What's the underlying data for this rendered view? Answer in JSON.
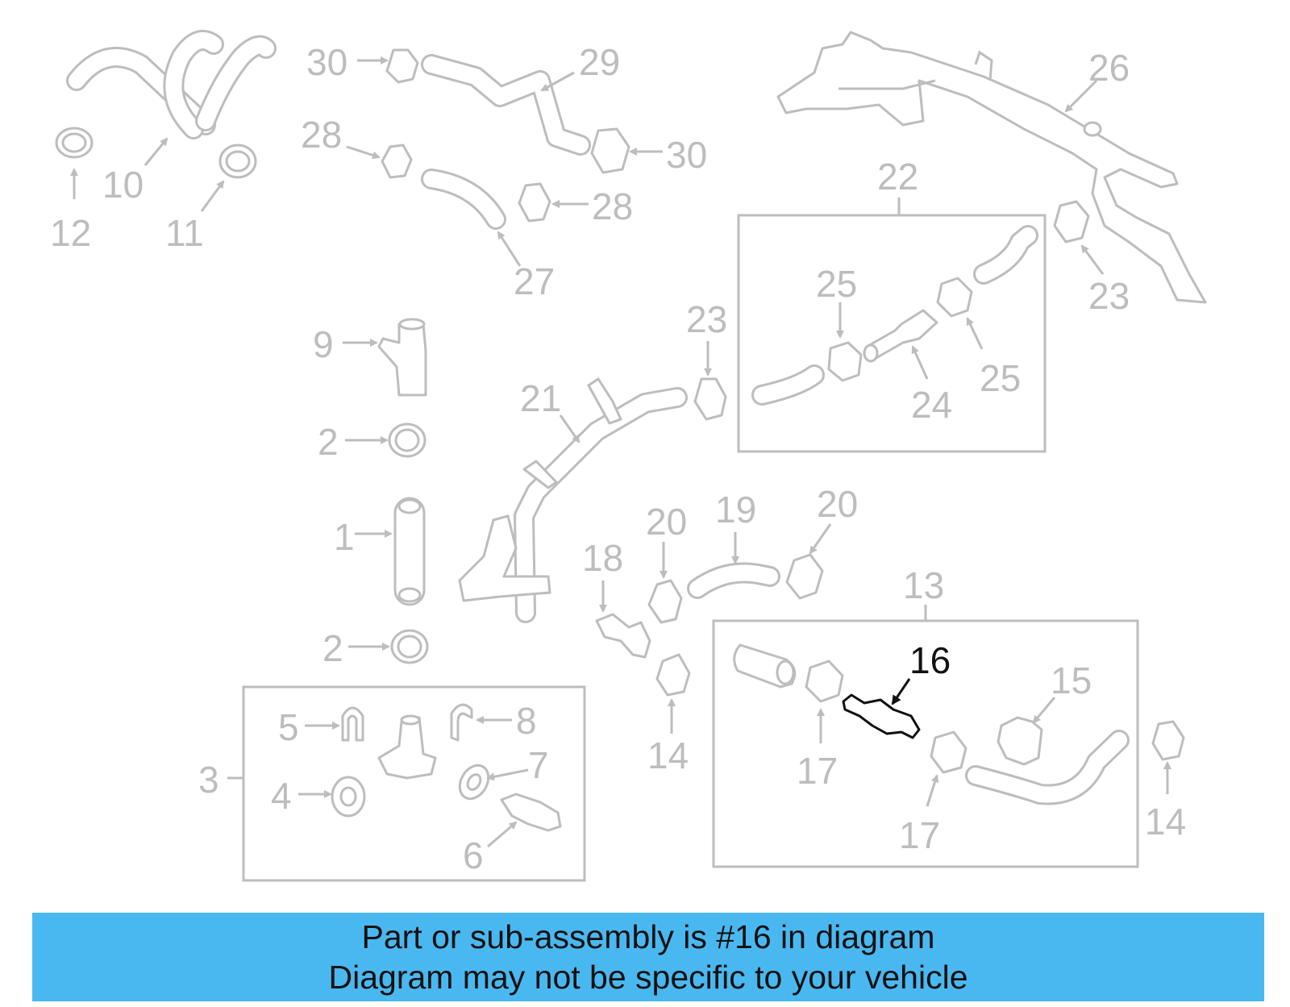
{
  "colors": {
    "highlight": "#4ab8f0",
    "parts_gray": "#bdbdbd",
    "banner_bg": "#4ab8f0",
    "text_dark": "#111111"
  },
  "callouts": {
    "c1": "1",
    "c2a": "2",
    "c2b": "2",
    "c3": "3",
    "c4": "4",
    "c5": "5",
    "c6": "6",
    "c7": "7",
    "c8": "8",
    "c9": "9",
    "c10": "10",
    "c11": "11",
    "c12": "12",
    "c13": "13",
    "c14a": "14",
    "c14b": "14",
    "c15": "15",
    "c16": "16",
    "c17a": "17",
    "c17b": "17",
    "c18": "18",
    "c19": "19",
    "c20a": "20",
    "c20b": "20",
    "c21": "21",
    "c22": "22",
    "c23a": "23",
    "c23b": "23",
    "c24": "24",
    "c25a": "25",
    "c25b": "25",
    "c26": "26",
    "c27": "27",
    "c28a": "28",
    "c28b": "28",
    "c29": "29",
    "c30a": "30",
    "c30b": "30"
  },
  "highlighted_part": "16",
  "banner": {
    "line1": "Part or sub-assembly is #16 in diagram",
    "line2": "Diagram may not be specific to your vehicle",
    "background": "#4ab8f0"
  }
}
